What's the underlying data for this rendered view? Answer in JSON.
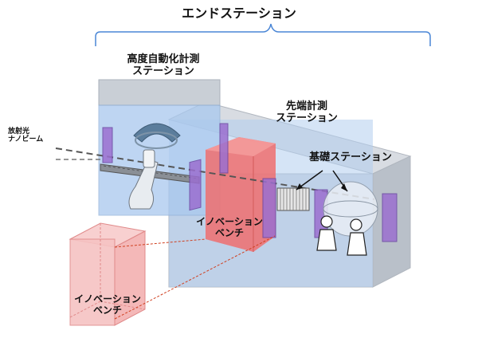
{
  "title": "エンドステーション",
  "stations": {
    "automated": {
      "line1": "高度自動化計測",
      "line2": "ステーション"
    },
    "advanced": {
      "line1": "先端計測",
      "line2": "ステーション"
    },
    "basic": {
      "line1": "基礎ステーション"
    }
  },
  "beam": {
    "line1": "放射光",
    "line2": "ナノビーム"
  },
  "innovation_bench_inner": {
    "line1": "イノベーション",
    "line2": "ベンチ"
  },
  "innovation_bench_outer": {
    "line1": "イノベーション",
    "line2": "ベンチ"
  },
  "colors": {
    "station_blue": "#a9c8ee",
    "station_gray": "#cfd3d8",
    "bench_red": "#f08080",
    "bench_pink": "#f6c3c3",
    "slit_purple": "#9b6fd0",
    "bracket_blue": "#4a86d6",
    "dashed_red": "#d04020"
  },
  "icons": [
    "robot-arm-icon",
    "detector-ring-icon",
    "beam-pipe-icon",
    "magnet-coil-icon",
    "person-icon",
    "dome-chamber-icon"
  ]
}
